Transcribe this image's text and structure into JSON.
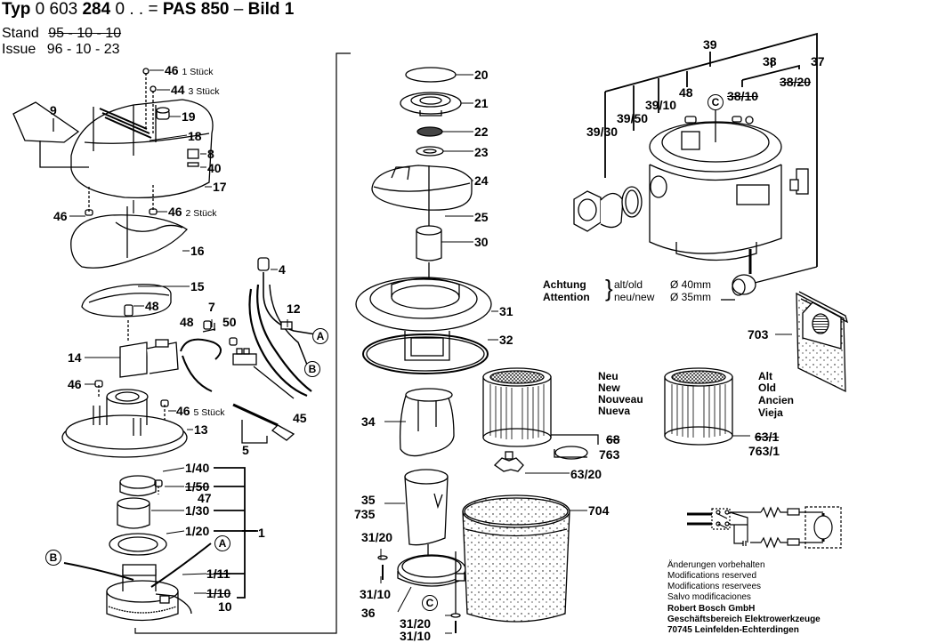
{
  "header": {
    "typ_prefix": "Typ",
    "typ_number_light_1": "0 603",
    "typ_number_bold": "284",
    "typ_number_light_2": "0 . .",
    "typ_equals": "=",
    "model": "PAS 850",
    "dash": "–",
    "bild": "Bild 1",
    "stand_label": "Stand",
    "stand_value": "95 - 10 - 10",
    "issue_label": "Issue",
    "issue_value": "96 - 10 - 23"
  },
  "parts": {
    "p46_top": "46",
    "p46_top_qty": "1 Stück",
    "p44": "44",
    "p44_qty": "3 Stück",
    "p9": "9",
    "p19": "19",
    "p18": "18",
    "p8": "8",
    "p40": "40",
    "p17": "17",
    "p46_left": "46",
    "p46_right": "46",
    "p46_right_qty": "2 Stück",
    "p16": "16",
    "p15": "15",
    "p48_a": "48",
    "p4": "4",
    "p12": "12",
    "p7": "7",
    "p48_b": "48",
    "p50": "50",
    "p14": "14",
    "p46_c": "46",
    "p46_d": "46",
    "p46_d_qty": "5 Stück",
    "p13": "13",
    "p45": "45",
    "p5": "5",
    "p1_40": "1/40",
    "p1_50": "1/50",
    "p47": "47",
    "p1_30": "1/30",
    "p1_20": "1/20",
    "p1": "1",
    "p1_11": "1/11",
    "p1_10": "1/10",
    "p10": "10",
    "p20": "20",
    "p21": "21",
    "p22": "22",
    "p23": "23",
    "p24": "24",
    "p25": "25",
    "p30": "30",
    "p31": "31",
    "p32": "32",
    "p34": "34",
    "p35": "35",
    "p735": "735",
    "p31_20_a": "31/20",
    "p31_10_a": "31/10",
    "p36": "36",
    "p31_20_b": "31/20",
    "p31_10_b": "31/10",
    "p63_20": "63/20",
    "p704": "704",
    "p68": "68",
    "p763": "763",
    "p63_1": "63/1",
    "p763_1": "763/1",
    "p703": "703",
    "p39": "39",
    "p38": "38",
    "p37": "37",
    "p38_20": "38/20",
    "p38_10": "38/10",
    "p48_c": "48",
    "p39_10": "39/10",
    "p39_50": "39/50",
    "p39_30": "39/30"
  },
  "markers": {
    "a": "A",
    "b": "B",
    "c": "C"
  },
  "notes": {
    "achtung": "Achtung",
    "attention": "Attention",
    "alt_old": "alt/old",
    "alt_old_dia": "Ø 40mm",
    "neu_new": "neu/new",
    "neu_new_dia": "Ø 35mm",
    "neu_list": [
      "Neu",
      "New",
      "Nouveau",
      "Nueva"
    ],
    "alt_list": [
      "Alt",
      "Old",
      "Ancien",
      "Vieja"
    ]
  },
  "footer": {
    "lines": [
      "Änderungen vorbehalten",
      "Modifications reserved",
      "Modifications reservees",
      "Salvo modificaciones"
    ],
    "company": "Robert Bosch GmbH",
    "division": "Geschäftsbereich Elektrowerkzeuge",
    "address": "70745 Leinfelden-Echterdingen"
  }
}
